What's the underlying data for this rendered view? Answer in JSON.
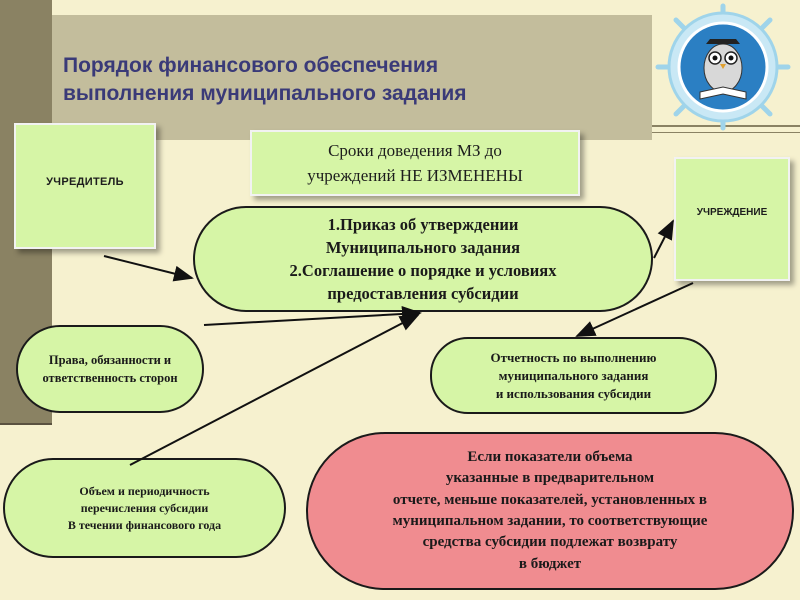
{
  "title": {
    "line1": "Порядок финансового обеспечения",
    "line2": "выполнения муниципального задания"
  },
  "founder": {
    "label": "УЧРЕДИТЕЛЬ"
  },
  "institution": {
    "label": "УЧРЕЖДЕНИЕ"
  },
  "deadline": {
    "line1": "Сроки доведения МЗ до",
    "line2": "учреждений НЕ ИЗМЕНЕНЫ"
  },
  "order": {
    "line1": "1.Приказ об утверждении",
    "line2": "Муниципального задания",
    "line3": "2.Соглашение о порядке и условиях",
    "line4": "предоставления субсидии"
  },
  "rights": {
    "line1": "Права, обязанности и",
    "line2": "ответственность сторон"
  },
  "report": {
    "line1": "Отчетность  по выполнению",
    "line2": "муниципального задания",
    "line3": "и использования субсидии"
  },
  "volume": {
    "line1": "Объем и периодичность",
    "line2": "перечисления субсидии",
    "line3": "В течении финансового года"
  },
  "return_box": {
    "line1": "Если показатели объема",
    "line2": "указанные  в предварительном",
    "line3": "отчете, меньше показателей, установленных  в",
    "line4": "муниципальном задании, то  соответствующие",
    "line5": "средства субсидии подлежат возврату",
    "line6": "в бюджет"
  },
  "colors": {
    "background": "#f6f1cf",
    "box_green": "#d6f5a6",
    "box_red": "#f08c90",
    "title_text": "#3a3a78",
    "side_band": "#8a8263",
    "title_band": "#c3bd9c"
  },
  "icons": [
    "owl-book-logo-icon",
    "arrow-icon"
  ]
}
